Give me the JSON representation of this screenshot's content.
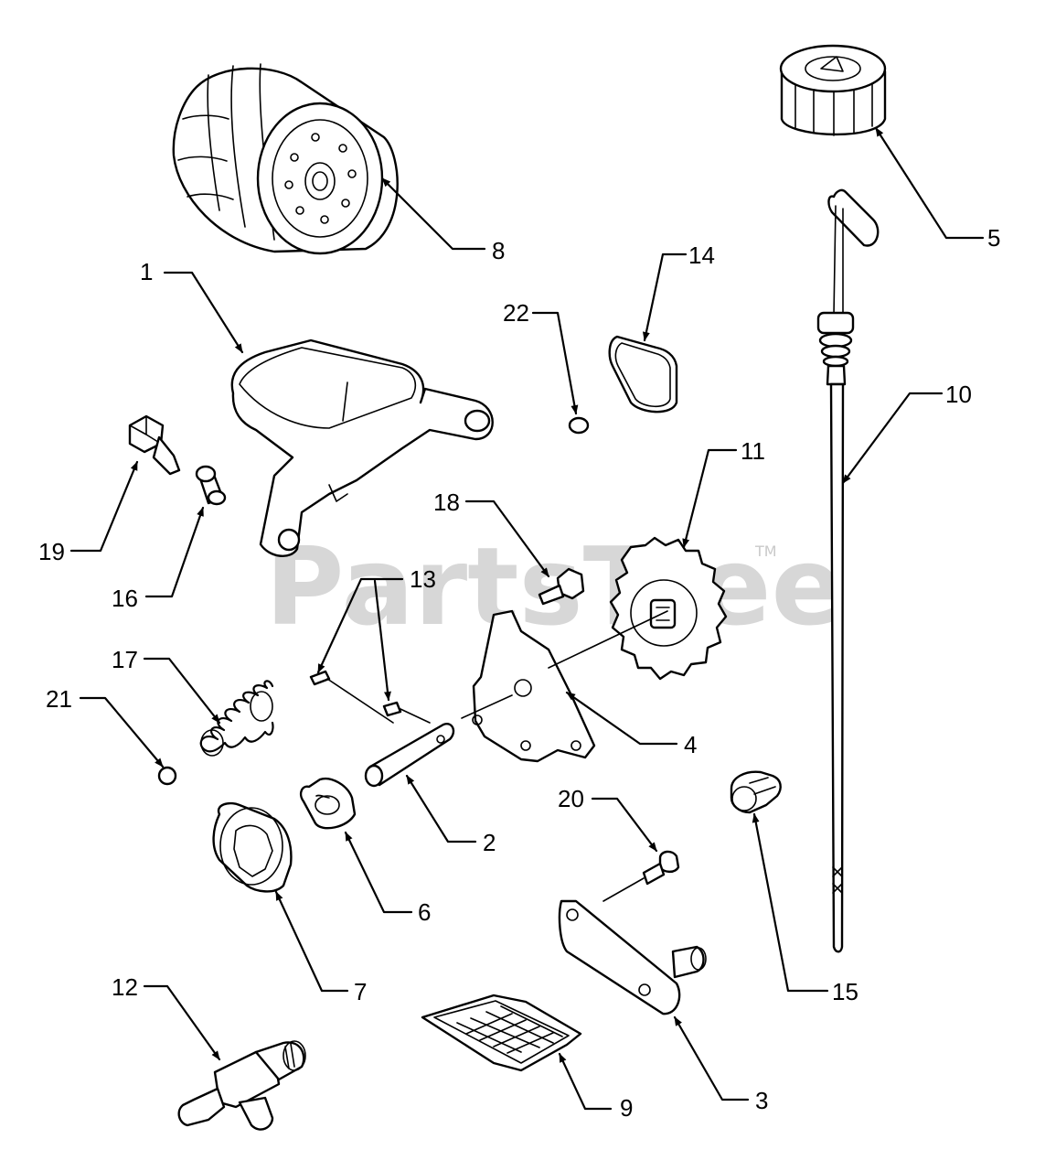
{
  "watermark": {
    "text": "PartsTree",
    "tm": "TM"
  },
  "callouts": {
    "c1": "1",
    "c2": "2",
    "c3": "3",
    "c4": "4",
    "c5": "5",
    "c6": "6",
    "c7": "7",
    "c8": "8",
    "c9": "9",
    "c10": "10",
    "c11": "11",
    "c12": "12",
    "c13": "13",
    "c14": "14",
    "c15": "15",
    "c16": "16",
    "c17": "17",
    "c18": "18",
    "c19": "19",
    "c20": "20",
    "c21": "21",
    "c22": "22"
  }
}
